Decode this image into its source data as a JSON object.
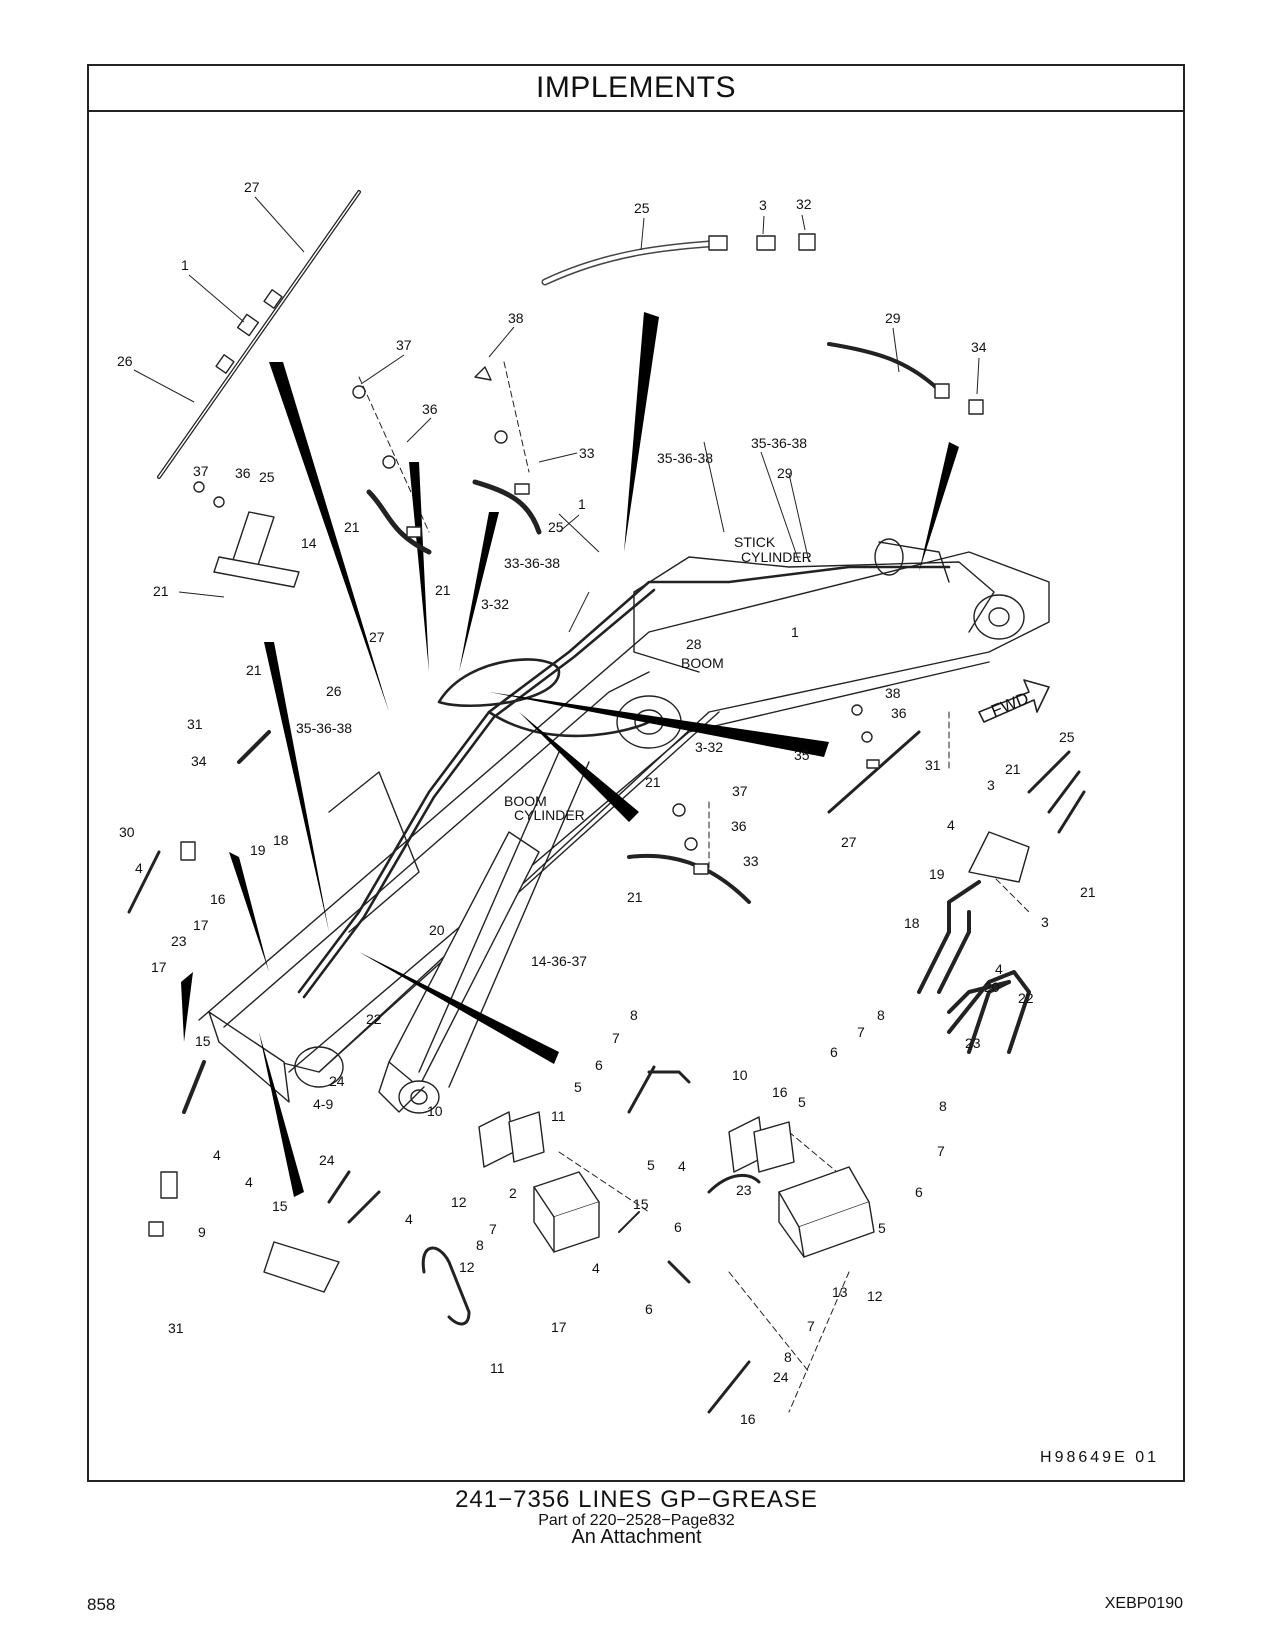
{
  "header": {
    "title": "IMPLEMENTS"
  },
  "diagram": {
    "labels": {
      "stick_cylinder_1": "STICK",
      "stick_cylinder_2": "CYLINDER",
      "boom": "BOOM",
      "boom_cylinder_1": "BOOM",
      "boom_cylinder_2": "CYLINDER",
      "fwd": "FWD"
    },
    "callouts": [
      "27",
      "1",
      "26",
      "25",
      "3",
      "32",
      "38",
      "37",
      "36",
      "29",
      "34",
      "33",
      "35-36-38",
      "35-36-38",
      "21",
      "37",
      "36",
      "25",
      "14",
      "21",
      "21",
      "25",
      "1",
      "33-36-38",
      "29",
      "STICK",
      "21",
      "3-32",
      "28",
      "1",
      "27",
      "26",
      "31",
      "35-36-38",
      "34",
      "30",
      "4",
      "17",
      "23",
      "19",
      "18",
      "16",
      "17",
      "20",
      "14-36-37",
      "15",
      "22",
      "24",
      "4-9",
      "38",
      "36",
      "35",
      "27",
      "3-32",
      "21",
      "37",
      "36",
      "33",
      "21",
      "31",
      "21",
      "3",
      "25",
      "4",
      "19",
      "21",
      "3",
      "18",
      "4",
      "20",
      "22",
      "23",
      "8",
      "7",
      "6",
      "8",
      "5",
      "7",
      "6",
      "5",
      "13",
      "12",
      "6",
      "7",
      "8",
      "24",
      "16",
      "8",
      "7",
      "6",
      "5",
      "11",
      "10",
      "12",
      "5",
      "2",
      "4",
      "15",
      "6",
      "7",
      "8",
      "12",
      "17",
      "11",
      "10",
      "16",
      "4",
      "23",
      "4",
      "9",
      "31",
      "4",
      "15",
      "24",
      "4"
    ],
    "drawing_id": "H98649E    01"
  },
  "caption": {
    "title": "241−7356  LINES  GP−GREASE",
    "part_of": "Part of 220−2528−Page832",
    "attachment": "An Attachment"
  },
  "footer": {
    "page_number": "858",
    "document_code": "XEBP0190"
  }
}
